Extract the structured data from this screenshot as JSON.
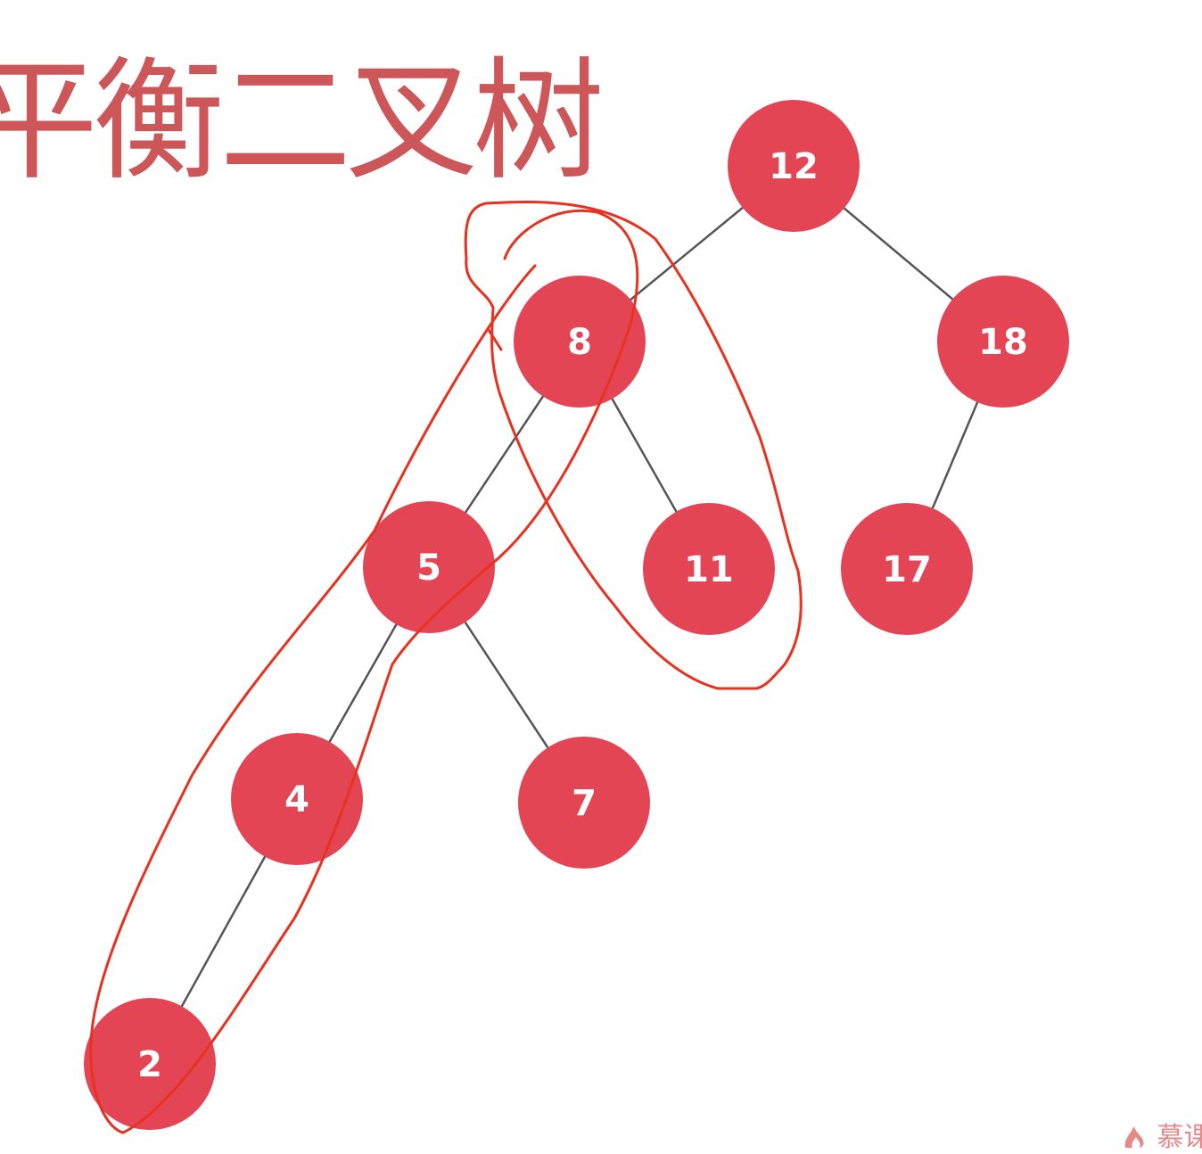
{
  "title": "平衡二叉树",
  "colors": {
    "node_fill": "#e44555",
    "edge": "#555555",
    "annotation": "#e8311f",
    "title": "#c9484b"
  },
  "tree": {
    "nodes": [
      {
        "id": "n12",
        "label": "12"
      },
      {
        "id": "n8",
        "label": "8"
      },
      {
        "id": "n18",
        "label": "18"
      },
      {
        "id": "n5",
        "label": "5"
      },
      {
        "id": "n11",
        "label": "11"
      },
      {
        "id": "n17",
        "label": "17"
      },
      {
        "id": "n4",
        "label": "4"
      },
      {
        "id": "n7",
        "label": "7"
      },
      {
        "id": "n2",
        "label": "2"
      }
    ],
    "edges": [
      {
        "from": "n12",
        "to": "n8"
      },
      {
        "from": "n12",
        "to": "n18"
      },
      {
        "from": "n8",
        "to": "n5"
      },
      {
        "from": "n8",
        "to": "n11"
      },
      {
        "from": "n18",
        "to": "n17"
      },
      {
        "from": "n5",
        "to": "n4"
      },
      {
        "from": "n5",
        "to": "n7"
      },
      {
        "from": "n4",
        "to": "n2"
      }
    ]
  },
  "annotations": [
    {
      "name": "left-subtree-height-loop",
      "description": "circles nodes 8, 5, 4, 2"
    },
    {
      "name": "right-subtree-height-loop",
      "description": "circles nodes 8, 11"
    }
  ],
  "watermark": {
    "icon": "flame-logo-icon",
    "text": "慕课"
  }
}
